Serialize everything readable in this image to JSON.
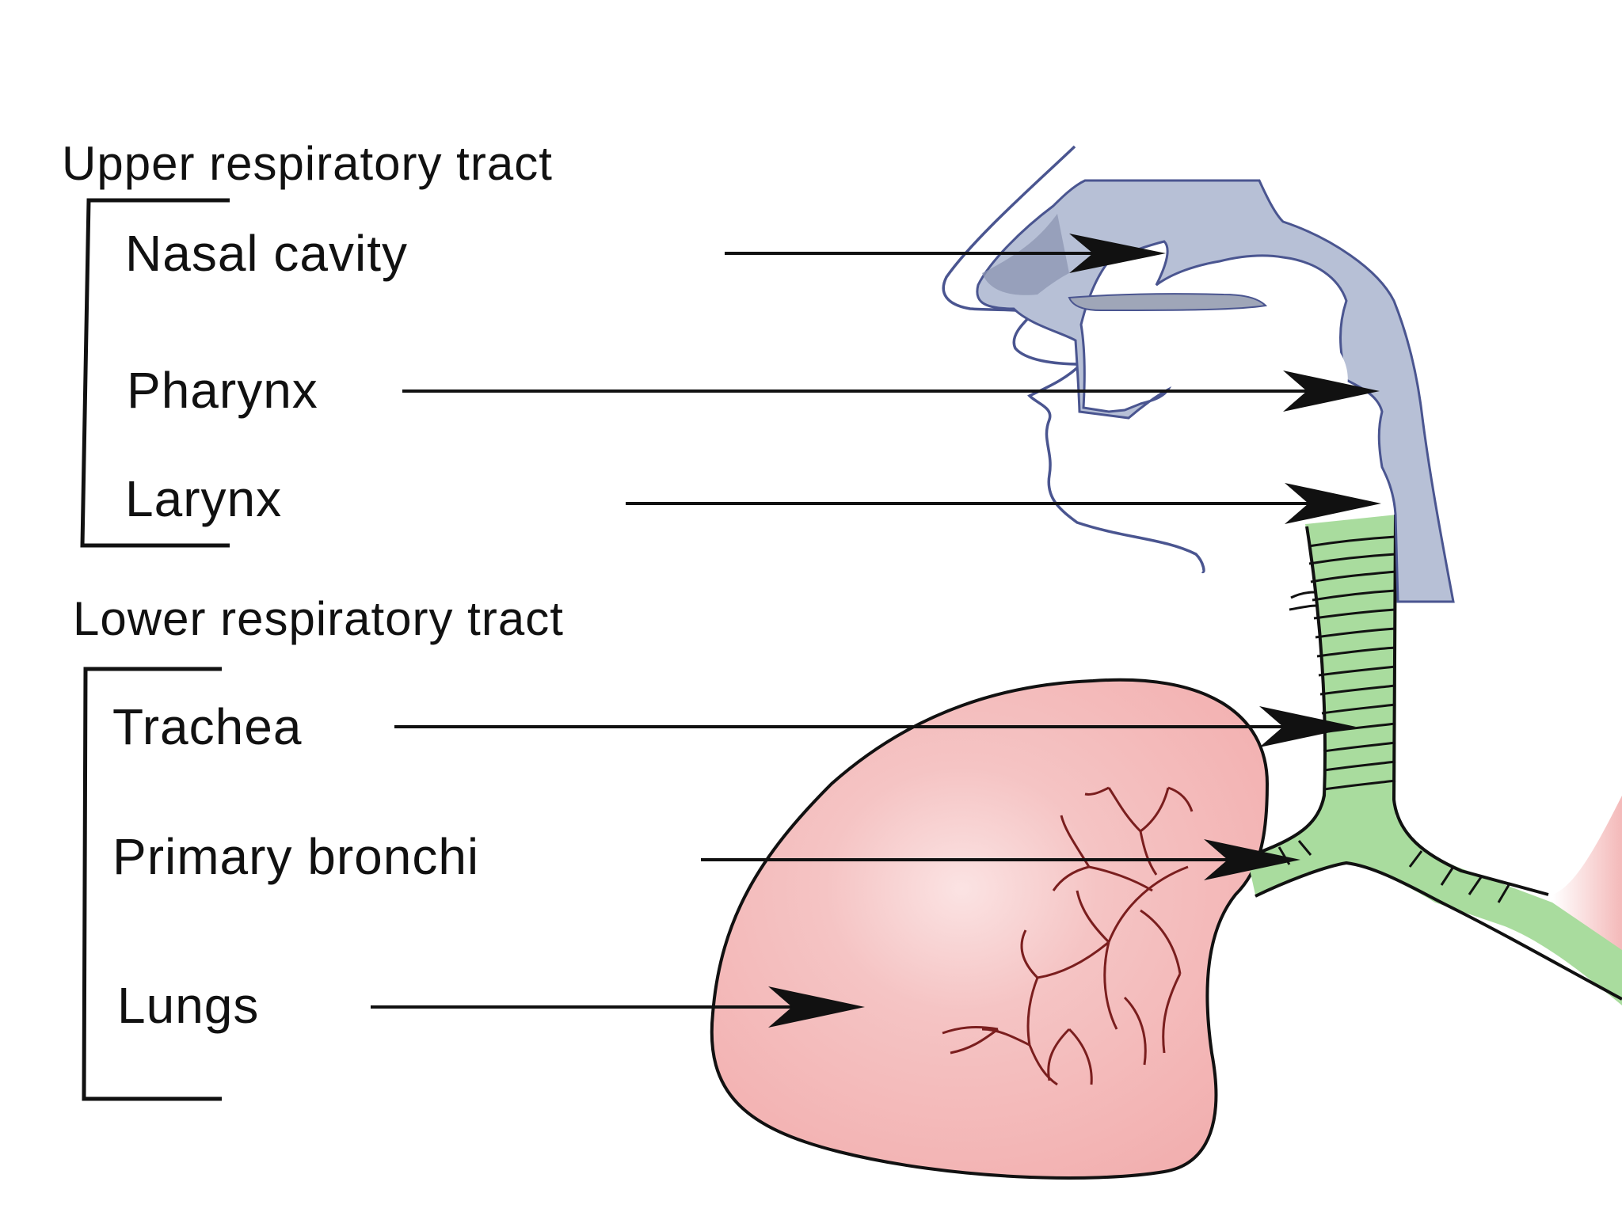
{
  "headings": {
    "upper": "Upper respiratory tract",
    "lower": "Lower respiratory tract"
  },
  "labels": {
    "nasal_cavity": "Nasal cavity",
    "pharynx": "Pharynx",
    "larynx": "Larynx",
    "trachea": "Trachea",
    "primary_bronchi": "Primary bronchi",
    "lungs": "Lungs"
  },
  "colors": {
    "upper_tract_fill": "#b7c0d6",
    "upper_tract_outline": "#4a5590",
    "trachea_fill": "#a9dc9e",
    "lung_fill": "#f3b4b4",
    "bronchiole_color": "#7a1e1e",
    "text": "#111111"
  }
}
